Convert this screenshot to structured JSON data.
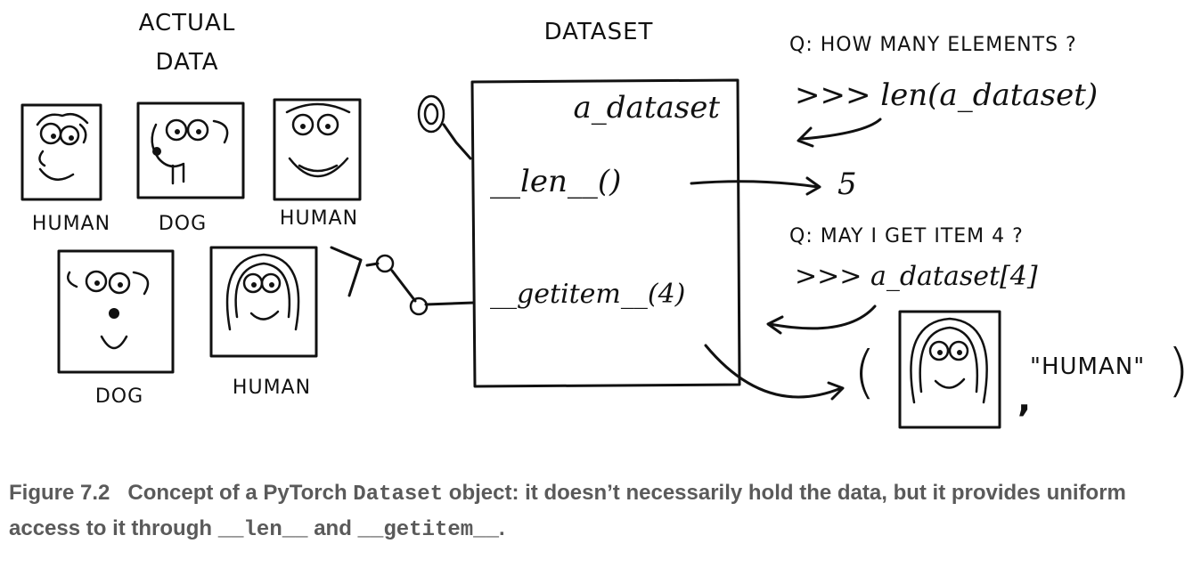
{
  "diagram": {
    "actual_data_heading": [
      "ACTUAL",
      "DATA"
    ],
    "dataset_heading": "DATASET",
    "dataset_instance_name": "a_dataset",
    "len_method": "__len__()",
    "getitem_method": "__getitem__(4)",
    "items": [
      {
        "label": "HUMAN",
        "icon": "human-face-icon"
      },
      {
        "label": "DOG",
        "icon": "dog-face-icon"
      },
      {
        "label": "HUMAN",
        "icon": "human-face-icon"
      },
      {
        "label": "DOG",
        "icon": "dog-face-icon"
      },
      {
        "label": "HUMAN",
        "icon": "long-hair-human-face-icon"
      }
    ],
    "question_len": "Q: HOW MANY ELEMENTS ?",
    "call_len": ">>> len(a_dataset)",
    "answer_len": "5",
    "question_item": "Q: MAY I GET ITEM 4 ?",
    "call_item": ">>> a_dataset[4]",
    "answer_item_open": "(",
    "answer_item_label": "\"HUMAN\"",
    "answer_item_comma": ",",
    "answer_item_close": ")"
  },
  "caption": {
    "figure_number": "Figure 7.2",
    "text_1": "Concept of a PyTorch ",
    "code_dataset": "Dataset",
    "text_2": " object: it doesn’t necessarily hold the data, but it provides uniform access to it through ",
    "code_len": "__len__",
    "text_3": " and ",
    "code_getitem": "__getitem__",
    "text_4": "."
  }
}
